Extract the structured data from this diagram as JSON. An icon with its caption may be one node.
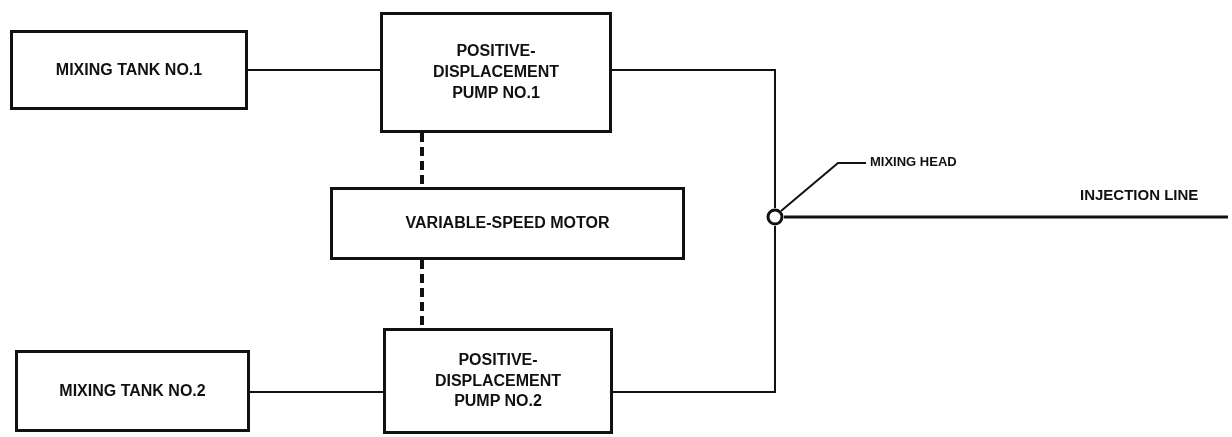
{
  "diagram": {
    "nodes": [
      {
        "text": [
          "MIXING TANK NO.1"
        ]
      },
      {
        "text": [
          "POSITIVE-DISPLACEMENT PUMP NO.1"
        ]
      },
      {
        "text": [
          "VARIABLE-SPEED MOTOR"
        ]
      },
      {
        "text": [
          "MIXING TANK NO.2"
        ]
      },
      {
        "text": [
          "POSITIVE-DISPLACEMENT PUMP NO.2"
        ]
      },
      {
        "text": [],
        "shape": "circle"
      },
      {
        "text": [
          "MIXING HEAD"
        ]
      }
    ],
    "edges": [
      {
        "from": 0,
        "to": 1,
        "arrow": "none"
      },
      {
        "from": 1,
        "to": 5,
        "arrow": "none"
      },
      {
        "from": 1,
        "to": 2,
        "arrow": "none",
        "style": "dashed"
      },
      {
        "from": 2,
        "to": 4,
        "arrow": "none",
        "style": "dashed"
      },
      {
        "from": 6,
        "to": 5,
        "arrow": "none"
      },
      {
        "from": 5,
        "to": null,
        "arrow": "none",
        "label": "INJECTION LINE"
      },
      {
        "from": 3,
        "to": 4,
        "arrow": "none"
      },
      {
        "from": 4,
        "to": 5,
        "arrow": "none"
      }
    ]
  }
}
